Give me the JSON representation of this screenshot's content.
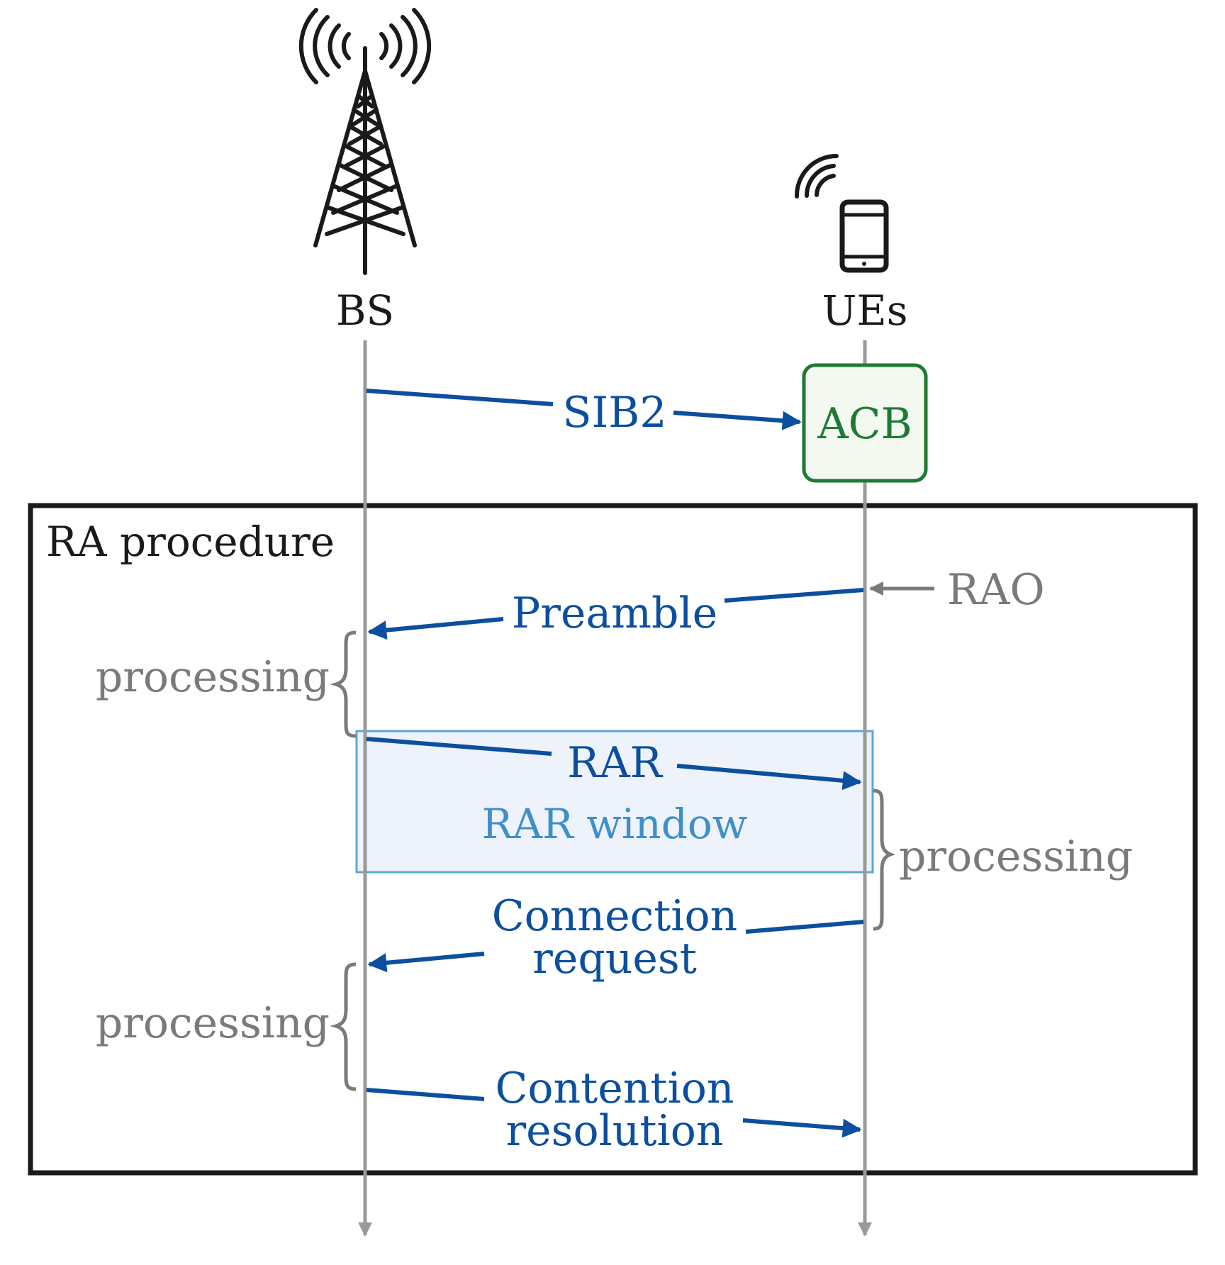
{
  "entities": {
    "bs": {
      "label": "BS",
      "icon": "cell-tower-icon"
    },
    "ues": {
      "label": "UEs",
      "icon": "smartphone-icon"
    }
  },
  "acb": {
    "label": "ACB"
  },
  "ra_procedure": {
    "title": "RA procedure"
  },
  "rao": {
    "label": "RAO"
  },
  "rar_window": {
    "label": "RAR window"
  },
  "messages": {
    "sib2": "SIB2",
    "preamble": "Preamble",
    "rar": "RAR",
    "connection_request": [
      "Connection",
      "request"
    ],
    "contention_resolution": [
      "Contention",
      "resolution"
    ]
  },
  "processing": {
    "bs_first": "processing",
    "ue": "processing",
    "bs_second": "processing"
  },
  "colors": {
    "message": "#0b4f9e",
    "lifeline": "#9a9a9a",
    "annotation": "#7a7a7a",
    "acb_border": "#1e7a32",
    "acb_fill": "#f3f8f1",
    "rar_window_border": "#5aa7d8",
    "rar_window_fill": "#eef2fb",
    "frame": "#1a1a1a"
  }
}
